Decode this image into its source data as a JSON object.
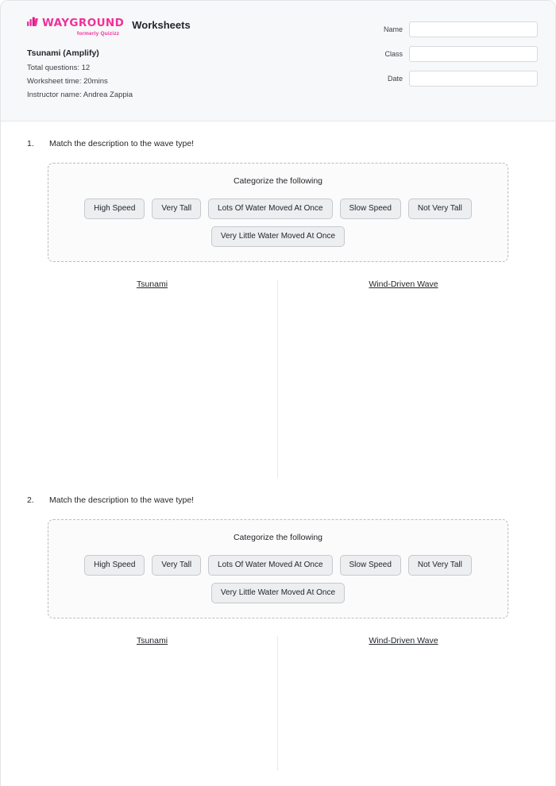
{
  "header": {
    "brand": {
      "logo_word": "WAYGROUND",
      "logo_sub": "formerly Quizizz",
      "accent_color": "#f0309b"
    },
    "app_title": "Worksheets",
    "worksheet_title": "Tsunami (Amplify)",
    "meta": [
      "Total questions: 12",
      "Worksheet time: 20mins",
      "Instructor name: Andrea Zappia"
    ],
    "fields": [
      {
        "label": "Name",
        "value": "",
        "placeholder": ""
      },
      {
        "label": "Class",
        "value": "",
        "placeholder": ""
      },
      {
        "label": "Date",
        "value": "",
        "placeholder": ""
      }
    ]
  },
  "questions": [
    {
      "number": "1.",
      "prompt": "Match the description to the wave type!",
      "categorize_title": "Categorize the following",
      "chips_row1": [
        "High Speed",
        "Very Tall",
        "Lots Of Water Moved At Once",
        "Slow Speed",
        "Not Very Tall"
      ],
      "chips_row2": [
        "Very Little Water Moved At Once"
      ],
      "columns": [
        "Tsunami",
        "Wind-Driven Wave"
      ]
    },
    {
      "number": "2.",
      "prompt": "Match the description to the wave type!",
      "categorize_title": "Categorize the following",
      "chips_row1": [
        "High Speed",
        "Very Tall",
        "Lots Of Water Moved At Once",
        "Slow Speed",
        "Not Very Tall"
      ],
      "chips_row2": [
        "Very Little Water Moved At Once"
      ],
      "columns": [
        "Tsunami",
        "Wind-Driven Wave"
      ]
    }
  ]
}
